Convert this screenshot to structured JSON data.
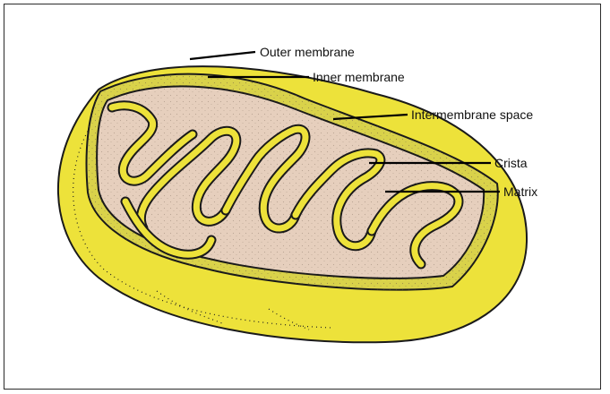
{
  "diagram": {
    "labels": {
      "outer_membrane": "Outer membrane",
      "inner_membrane": "Inner membrane",
      "intermembrane_space": "Intermembrane space",
      "crista": "Crista",
      "matrix": "Matrix"
    },
    "colors": {
      "membrane_yellow": "#ede23a",
      "membrane_outline": "#1a1a1a",
      "matrix_tan": "#e6cfbd",
      "intermembrane_yellow": "#d9d24a",
      "background": "#ffffff"
    }
  }
}
